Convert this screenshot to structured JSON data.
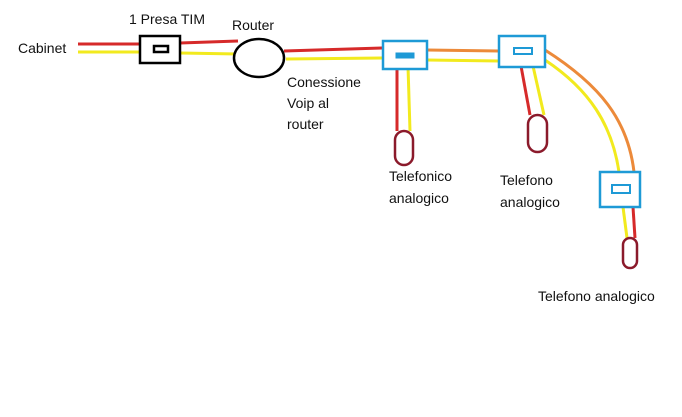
{
  "labels": {
    "cabinet": "Cabinet",
    "presa": "1 Presa TIM",
    "router": "Router",
    "connessione": [
      "Conessione",
      "Voip al",
      "router"
    ],
    "tel1": [
      "Telefonico",
      "analogico"
    ],
    "tel2": [
      "Telefono",
      "analogico"
    ],
    "tel3": "Telefono analogico"
  },
  "colors": {
    "red": "#d62a2a",
    "yellow": "#f2ea1e",
    "orange": "#ec8a3a",
    "socket_blue": "#1e9ad6",
    "phone_maroon": "#8b1a2b",
    "black": "#000000"
  }
}
